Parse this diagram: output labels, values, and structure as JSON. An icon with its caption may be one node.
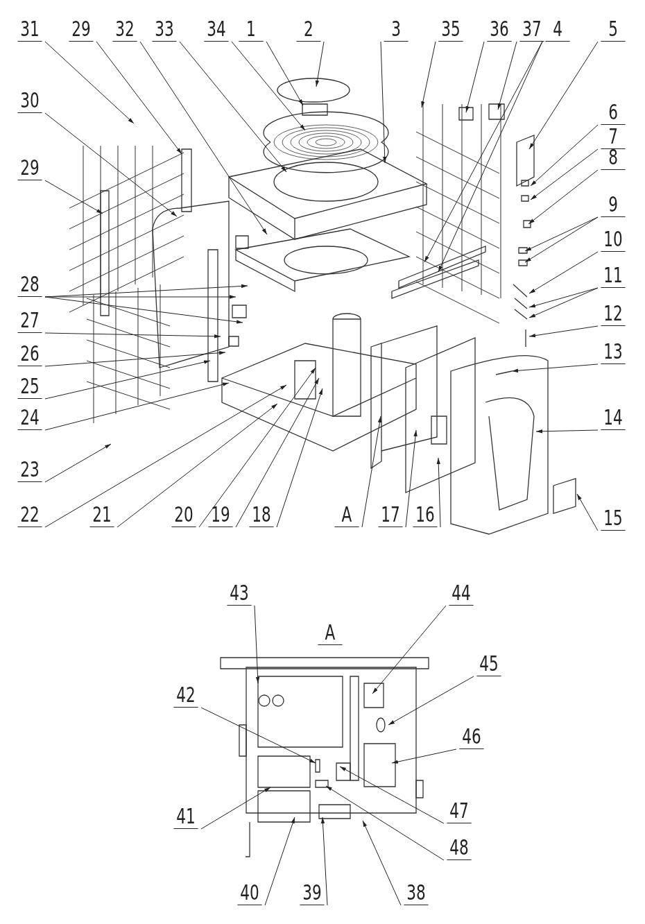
{
  "diagram": {
    "nodes": [
      {
        "text": [
          "31"
        ]
      },
      {
        "text": [
          "29"
        ]
      },
      {
        "text": [
          "32"
        ]
      },
      {
        "text": [
          "33"
        ]
      },
      {
        "text": [
          "34"
        ]
      },
      {
        "text": [
          "1"
        ]
      },
      {
        "text": [
          "2"
        ]
      },
      {
        "text": [
          "3"
        ]
      },
      {
        "text": [
          "35"
        ]
      },
      {
        "text": [
          "36"
        ]
      },
      {
        "text": [
          "37"
        ]
      },
      {
        "text": [
          "4"
        ]
      },
      {
        "text": [
          "5"
        ]
      },
      {
        "text": [
          "30"
        ]
      },
      {
        "text": [
          "6"
        ]
      },
      {
        "text": [
          "7"
        ]
      },
      {
        "text": [
          "8"
        ]
      },
      {
        "text": [
          "29"
        ]
      },
      {
        "text": [
          "9"
        ]
      },
      {
        "text": [
          "10"
        ]
      },
      {
        "text": [
          "28"
        ]
      },
      {
        "text": [
          "11"
        ]
      },
      {
        "text": [
          "27"
        ]
      },
      {
        "text": [
          "12"
        ]
      },
      {
        "text": [
          "26"
        ]
      },
      {
        "text": [
          "13"
        ]
      },
      {
        "text": [
          "25"
        ]
      },
      {
        "text": [
          "24"
        ]
      },
      {
        "text": [
          "14"
        ]
      },
      {
        "text": [
          "23"
        ]
      },
      {
        "text": [
          "15"
        ]
      },
      {
        "text": [
          "22"
        ]
      },
      {
        "text": [
          "21"
        ]
      },
      {
        "text": [
          "20"
        ]
      },
      {
        "text": [
          "19"
        ]
      },
      {
        "text": [
          "18"
        ]
      },
      {
        "text": [
          "A"
        ]
      },
      {
        "text": [
          "17"
        ]
      },
      {
        "text": [
          "16"
        ]
      },
      {
        "text": [
          "43"
        ]
      },
      {
        "text": [
          "44"
        ]
      },
      {
        "text": [
          "42"
        ]
      },
      {
        "text": [
          "45"
        ]
      },
      {
        "text": [
          "46"
        ]
      },
      {
        "text": [
          "41"
        ]
      },
      {
        "text": [
          "47"
        ]
      },
      {
        "text": [
          "48"
        ]
      },
      {
        "text": [
          "40"
        ]
      },
      {
        "text": [
          "39"
        ]
      },
      {
        "text": [
          "38"
        ]
      }
    ],
    "edges": [
      {
        "from": 0,
        "to": null,
        "arrow": "to"
      },
      {
        "from": 1,
        "to": null,
        "arrow": "to"
      },
      {
        "from": 2,
        "to": null,
        "arrow": "to"
      },
      {
        "from": 3,
        "to": null,
        "arrow": "to"
      },
      {
        "from": 4,
        "to": null,
        "arrow": "to"
      },
      {
        "from": 5,
        "to": null,
        "arrow": "to"
      },
      {
        "from": 6,
        "to": null,
        "arrow": "to"
      },
      {
        "from": 7,
        "to": null,
        "arrow": "to"
      },
      {
        "from": 8,
        "to": null,
        "arrow": "to"
      },
      {
        "from": 9,
        "to": null,
        "arrow": "to"
      },
      {
        "from": 10,
        "to": null,
        "arrow": "to"
      },
      {
        "from": 11,
        "to": null,
        "arrow": "to"
      },
      {
        "from": 11,
        "to": null,
        "arrow": "to"
      },
      {
        "from": 12,
        "to": null,
        "arrow": "to"
      },
      {
        "from": 13,
        "to": null,
        "arrow": "to"
      },
      {
        "from": 14,
        "to": null,
        "arrow": "to"
      },
      {
        "from": 15,
        "to": null,
        "arrow": "to"
      },
      {
        "from": 16,
        "to": null,
        "arrow": "to"
      },
      {
        "from": 17,
        "to": null,
        "arrow": "to"
      },
      {
        "from": 18,
        "to": null,
        "arrow": "to"
      },
      {
        "from": 18,
        "to": null,
        "arrow": "to"
      },
      {
        "from": 19,
        "to": null,
        "arrow": "to"
      },
      {
        "from": 20,
        "to": null,
        "arrow": "to"
      },
      {
        "from": 20,
        "to": null,
        "arrow": "to"
      },
      {
        "from": 20,
        "to": null,
        "arrow": "to"
      },
      {
        "from": 21,
        "to": null,
        "arrow": "to"
      },
      {
        "from": 21,
        "to": null,
        "arrow": "to"
      },
      {
        "from": 22,
        "to": null,
        "arrow": "to"
      },
      {
        "from": 23,
        "to": null,
        "arrow": "to"
      },
      {
        "from": 24,
        "to": null,
        "arrow": "to"
      },
      {
        "from": 25,
        "to": null,
        "arrow": "to"
      },
      {
        "from": 26,
        "to": null,
        "arrow": "to"
      },
      {
        "from": 27,
        "to": null,
        "arrow": "to"
      },
      {
        "from": 28,
        "to": null,
        "arrow": "to"
      },
      {
        "from": 29,
        "to": null,
        "arrow": "to"
      },
      {
        "from": 30,
        "to": null,
        "arrow": "to"
      },
      {
        "from": 31,
        "to": null,
        "arrow": "to"
      },
      {
        "from": 32,
        "to": null,
        "arrow": "to"
      },
      {
        "from": 33,
        "to": null,
        "arrow": "to"
      },
      {
        "from": 34,
        "to": null,
        "arrow": "to"
      },
      {
        "from": 35,
        "to": null,
        "arrow": "to"
      },
      {
        "from": 36,
        "to": null,
        "arrow": "to"
      },
      {
        "from": 37,
        "to": null,
        "arrow": "to"
      },
      {
        "from": 38,
        "to": null,
        "arrow": "to"
      },
      {
        "from": 39,
        "to": null,
        "arrow": "to"
      },
      {
        "from": 40,
        "to": null,
        "arrow": "to"
      },
      {
        "from": 41,
        "to": null,
        "arrow": "to"
      },
      {
        "from": 42,
        "to": null,
        "arrow": "to"
      },
      {
        "from": 43,
        "to": null,
        "arrow": "to"
      },
      {
        "from": 44,
        "to": null,
        "arrow": "to"
      },
      {
        "from": 45,
        "to": null,
        "arrow": "to"
      },
      {
        "from": 46,
        "to": null,
        "arrow": "to"
      },
      {
        "from": 47,
        "to": null,
        "arrow": "to"
      },
      {
        "from": 48,
        "to": null,
        "arrow": "to"
      },
      {
        "from": 49,
        "to": null,
        "arrow": "to"
      }
    ],
    "labels": [
      "A"
    ]
  }
}
